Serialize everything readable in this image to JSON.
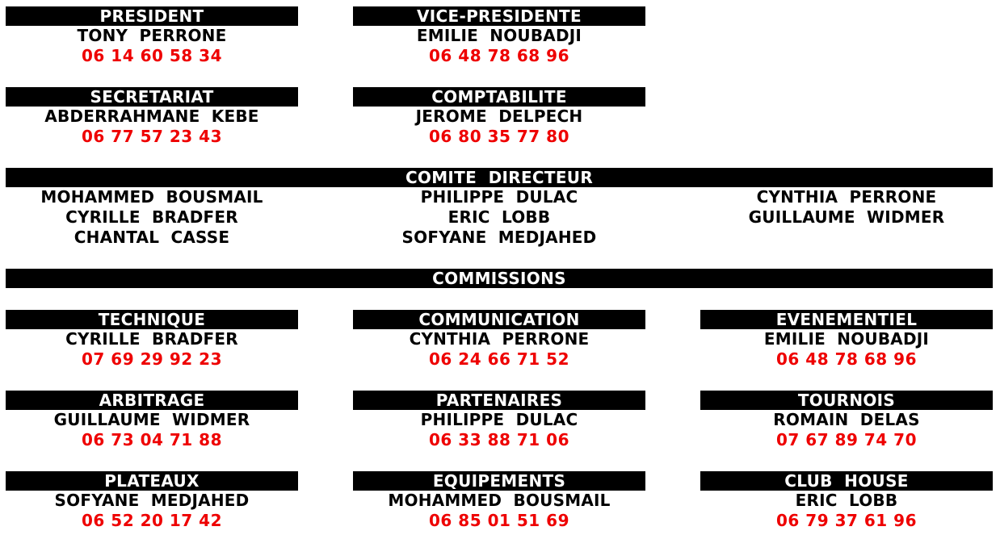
{
  "board": [
    {
      "title": "PRESIDENT",
      "name": "TONY  PERRONE",
      "phone": "06 14 60 58 34"
    },
    {
      "title": "VICE-PRESIDENTE",
      "name": "EMILIE  NOUBADJI",
      "phone": "06 48 78 68 96"
    },
    {
      "title": "SECRETARIAT",
      "name": "ABDERRAHMANE  KEBE",
      "phone": "06 77 57 23 43"
    },
    {
      "title": "COMPTABILITE",
      "name": "JEROME  DELPECH",
      "phone": "06 80 35 77 80"
    }
  ],
  "comite": {
    "title": "COMITE  DIRECTEUR",
    "col1": [
      "MOHAMMED  BOUSMAIL",
      "CYRILLE  BRADFER",
      "CHANTAL  CASSE"
    ],
    "col2": [
      "PHILIPPE  DULAC",
      "ERIC  LOBB",
      "SOFYANE  MEDJAHED"
    ],
    "col3": [
      "CYNTHIA  PERRONE",
      "GUILLAUME  WIDMER"
    ]
  },
  "commissions_title": "COMMISSIONS",
  "commissions": [
    {
      "title": "TECHNIQUE",
      "name": "CYRILLE  BRADFER",
      "phone": "07 69 29 92 23"
    },
    {
      "title": "COMMUNICATION",
      "name": "CYNTHIA  PERRONE",
      "phone": "06 24 66 71 52"
    },
    {
      "title": "EVENEMENTIEL",
      "name": "EMILIE  NOUBADJI",
      "phone": "06 48 78 68 96"
    },
    {
      "title": "ARBITRAGE",
      "name": "GUILLAUME  WIDMER",
      "phone": "06 73 04 71 88"
    },
    {
      "title": "PARTENAIRES",
      "name": "PHILIPPE  DULAC",
      "phone": "06 33 88 71 06"
    },
    {
      "title": "TOURNOIS",
      "name": "ROMAIN  DELAS",
      "phone": "07 67 89 74 70"
    },
    {
      "title": "PLATEAUX",
      "name": "SOFYANE  MEDJAHED",
      "phone": "06 52 20 17 42"
    },
    {
      "title": "EQUIPEMENTS",
      "name": "MOHAMMED  BOUSMAIL",
      "phone": "06 85 01 51 69"
    },
    {
      "title": "CLUB  HOUSE",
      "name": "ERIC  LOBB",
      "phone": "06 79 37 61 96"
    }
  ]
}
